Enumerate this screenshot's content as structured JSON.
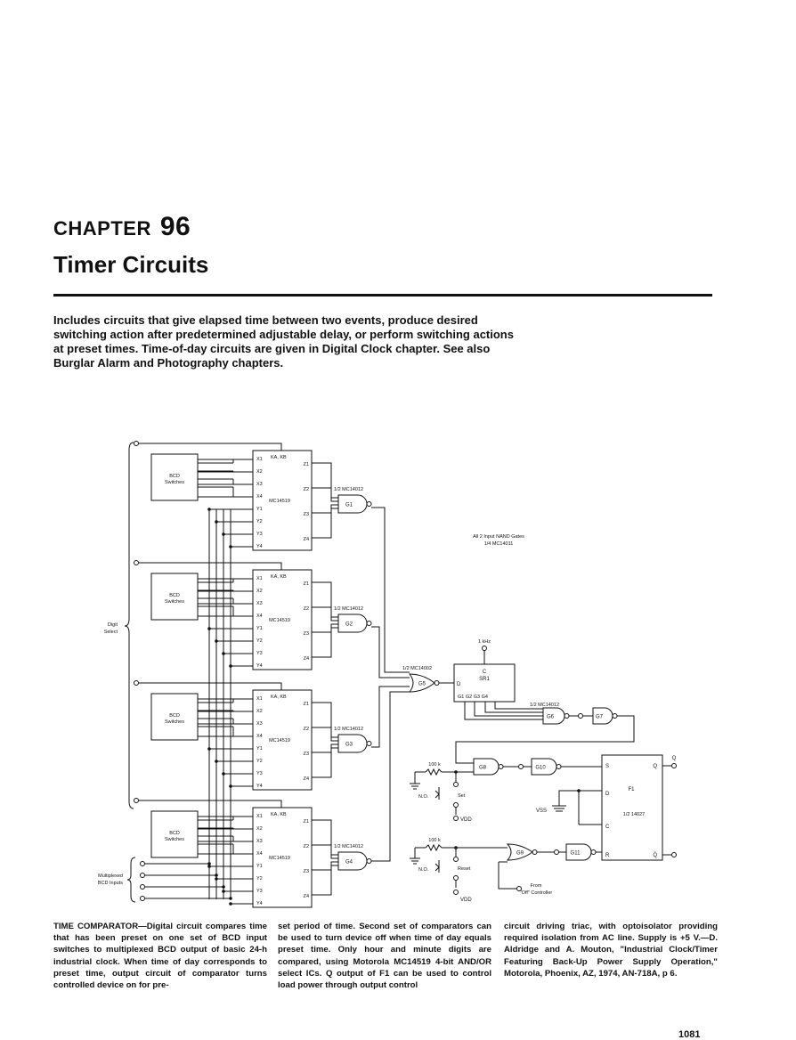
{
  "chapter": {
    "label": "CHAPTER",
    "number": "96",
    "title": "Timer Circuits"
  },
  "intro": "Includes circuits that give elapsed time between two events, produce desired switching action after predetermined adjustable delay, or perform switching actions at preset times. Time-of-day circuits are given in Digital Clock chapter. See also Burglar Alarm and Photography chapters.",
  "schematic": {
    "bcd_label_1": "BCD",
    "bcd_label_2": "Switches",
    "chip_name": "MC14519",
    "chip_ka": "KA, KB",
    "x_pins": [
      "X1",
      "X2",
      "X3",
      "X4"
    ],
    "y_pins": [
      "Y1",
      "Y2",
      "Y3",
      "Y4"
    ],
    "z_pins": [
      "Z1",
      "Z2",
      "Z3",
      "Z4"
    ],
    "nand4_label": "1/2 MC14012",
    "g_labels": [
      "G1",
      "G2",
      "G3",
      "G4"
    ],
    "nor_label": "1/2 MC14002",
    "g5": "G5",
    "nand2_note_1": "All 2 Input NAND Gates",
    "nand2_note_2": "1/4 MC14011",
    "clock": "1 kHz",
    "sr_c": "C",
    "sr_name": "SR1",
    "sr_d": "D",
    "sr_outputs": "G1  G2  G3  G4",
    "g6_label": "1/2 MC14012",
    "g6": "G6",
    "g7": "G7",
    "g8": "G8",
    "g9": "G9",
    "g10": "G10",
    "g11": "G11",
    "res_100k": "100 k",
    "no": "N.O.",
    "set": "Set",
    "reset": "Reset",
    "vdd": "VDD",
    "vss": "VSS",
    "ff_s": "S",
    "ff_d": "D",
    "ff_c": "C",
    "ff_r": "R",
    "ff_name": "F1",
    "ff_part": "1/2 14027",
    "ff_q": "Q",
    "ff_qbar": "Q̄",
    "out_q": "Q",
    "from_1": "From",
    "from_2": "\"Off\" Controller",
    "digit_select_1": "Digit",
    "digit_select_2": "Select",
    "mux_1": "Multiplexed",
    "mux_2": "BCD Inputs"
  },
  "caption": {
    "col1": "TIME COMPARATOR—Digital circuit compares time that has been preset on one set of BCD input switches to multiplexed BCD output of basic 24-h industrial clock. When time of day corresponds to preset time, output circuit of comparator turns controlled device on for pre-",
    "col2": "set period of time. Second set of comparators can be used to turn device off when time of day equals preset time. Only hour and minute digits are compared, using Motorola MC14519 4-bit AND/OR select ICs. Q output of F1 can be used to control load power through output control",
    "col3": "circuit driving triac, with optoisolator providing required isolation from AC line. Supply is +5 V.—D. Aldridge and A. Mouton, \"Industrial Clock/Timer Featuring Back-Up Power Supply Operation,\" Motorola, Phoenix, AZ, 1974, AN-718A, p 6."
  },
  "page_number": "1081"
}
